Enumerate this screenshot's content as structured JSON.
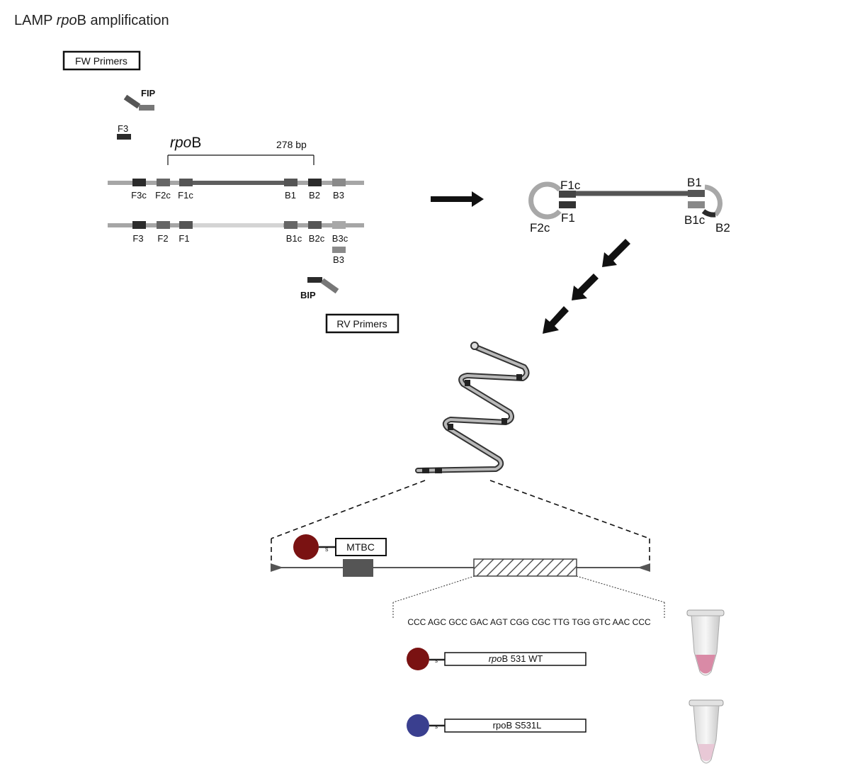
{
  "title": {
    "prefix": "LAMP ",
    "gene": "rpo",
    "suffix": "B amplification"
  },
  "primer_boxes": {
    "forward": "FW Primers",
    "reverse": "RV Primers"
  },
  "primers": {
    "fip": "FIP",
    "f3": "F3",
    "bip": "BIP",
    "b3": "B3"
  },
  "gene_bracket": {
    "gene_italic": "rpo",
    "gene_suffix": "B",
    "length": "278 bp"
  },
  "top_strand_labels": [
    "F3c",
    "F2c",
    "F1c",
    "B1",
    "B2",
    "B3"
  ],
  "bottom_strand_labels": [
    "F3",
    "F2",
    "F1",
    "B1c",
    "B2c",
    "B3c"
  ],
  "dumbbell_labels": {
    "f1c": "F1c",
    "f1": "F1",
    "f2c": "F2c",
    "b1": "B1",
    "b1c": "B1c",
    "b2": "B2"
  },
  "probe_mtbc": {
    "tag": "s",
    "label": "MTBC",
    "bead_color": "#7a1212"
  },
  "sequence": "CCC AGC GCC GAC AGT CGG CGC TTG TGG GTC AAC CCC",
  "probe_wt": {
    "tag": "s",
    "label_italic": "rpo",
    "label_rest": "B 531 WT",
    "bead_color": "#7a1212",
    "tube_color": "#d98aa6"
  },
  "probe_mut": {
    "tag": "s",
    "label": "rpoB S531L",
    "bead_color": "#3a3f8f",
    "tube_color": "#e8c8d6"
  }
}
